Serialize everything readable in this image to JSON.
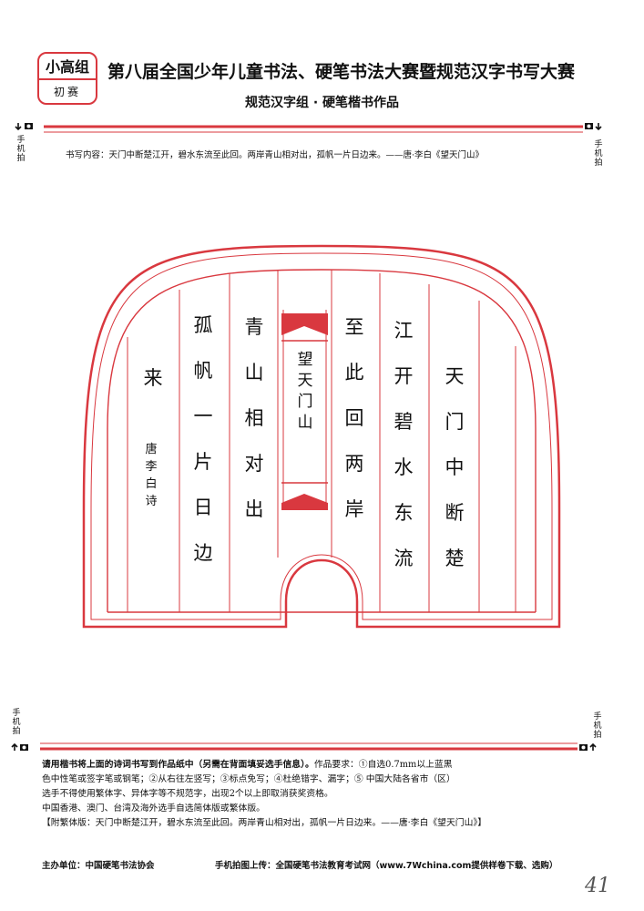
{
  "badge": {
    "group": "小高组",
    "round": "初赛"
  },
  "header": {
    "title": "第八届全国少年儿童书法、硬笔书法大赛暨规范汉字书写大赛",
    "subtitle": "规范汉字组 · 硬笔楷书作品"
  },
  "side_labels": {
    "phone_shot": [
      "手",
      "机",
      "拍"
    ]
  },
  "writing_content": "书写内容：天门中断楚江开，碧水东流至此回。两岸青山相对出，孤帆一片日边来。——唐·李白《望天门山》",
  "artwork": {
    "columns_right_to_left": [
      "天门中断楚",
      "江开碧水东流",
      "至此回两岸",
      "青山相对出",
      "孤帆一片日边",
      "来"
    ],
    "poem_title": "望天门山",
    "signature": "唐李白诗"
  },
  "requirements": {
    "line1_bold": "请用楷书将上面的诗词书写到作品纸中（另需在背面填妥选手信息）。",
    "line1_rest": "作品要求：①自选0.7mm以上蓝黑",
    "line2": "色中性笔或签字笔或钢笔；②从右往左竖写；③标点免写；④杜绝错字、漏字；⑤ 中国大陆各省市（区）",
    "line3": "选手不得使用繁体字、异体字等不规范字，出现2个以上即取消获奖资格。",
    "line4": "中国香港、澳门、台湾及海外选手自选简体版或繁体版。",
    "line5": "【附繁体版：天门中断楚江开，碧水东流至此回。两岸青山相对出，孤帆一片日边来。——唐·李白《望天门山》】"
  },
  "footer": {
    "organizer": "主办单位：中国硬笔书法协会",
    "upload": "手机拍图上传：全国硬笔书法教育考试网（www.7Wchina.com提供样卷下载、选购）"
  },
  "page_number": "41",
  "colors": {
    "accent_red": "#d9383f",
    "text": "#111111"
  }
}
